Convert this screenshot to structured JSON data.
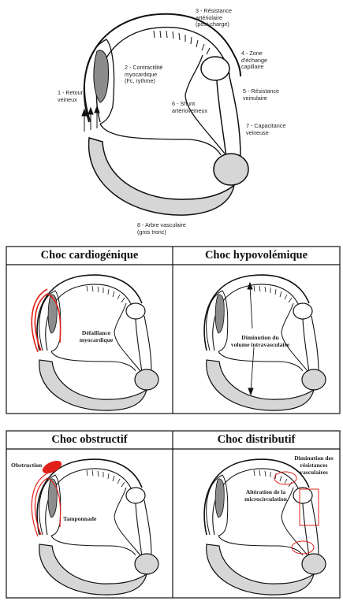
{
  "top_labels": {
    "l1": "1 - Retour\nveineux",
    "l2": "2 - Contractilité\nmyocardique\n(Fc, rythme)",
    "l3": "3 - Résistance\nartériolaire\n(post-charge)",
    "l4": "4 - Zone\nd'échange\ncapillaire",
    "l5": "5 - Résistance\nveinulaire",
    "l6": "6 - Shunt\nartérioveineux",
    "l7": "7 - Capacitance\nveineuse",
    "l8": "8 - Arbre vasculaire\n(gros tronc)"
  },
  "panels": {
    "cardio": {
      "title": "Choc cardiogénique",
      "text": "Défaillance\nmyocardique"
    },
    "hypo": {
      "title": "Choc hypovolémique",
      "text": "Diminution du\nvolume intravasculaire"
    },
    "obstr": {
      "title": "Choc obstructif",
      "obstruction": "Obstruction",
      "tamponnade": "Tamponnade"
    },
    "distr": {
      "title": "Choc distributif",
      "resist": "Diminution des\nrésistances\nvasculaires",
      "micro": "Altération de la\nmicrocirculation"
    }
  },
  "colors": {
    "highlight": "#e0201a",
    "vessel_fill": "#d6d6d6",
    "heart_fill": "#8c8c8c"
  }
}
